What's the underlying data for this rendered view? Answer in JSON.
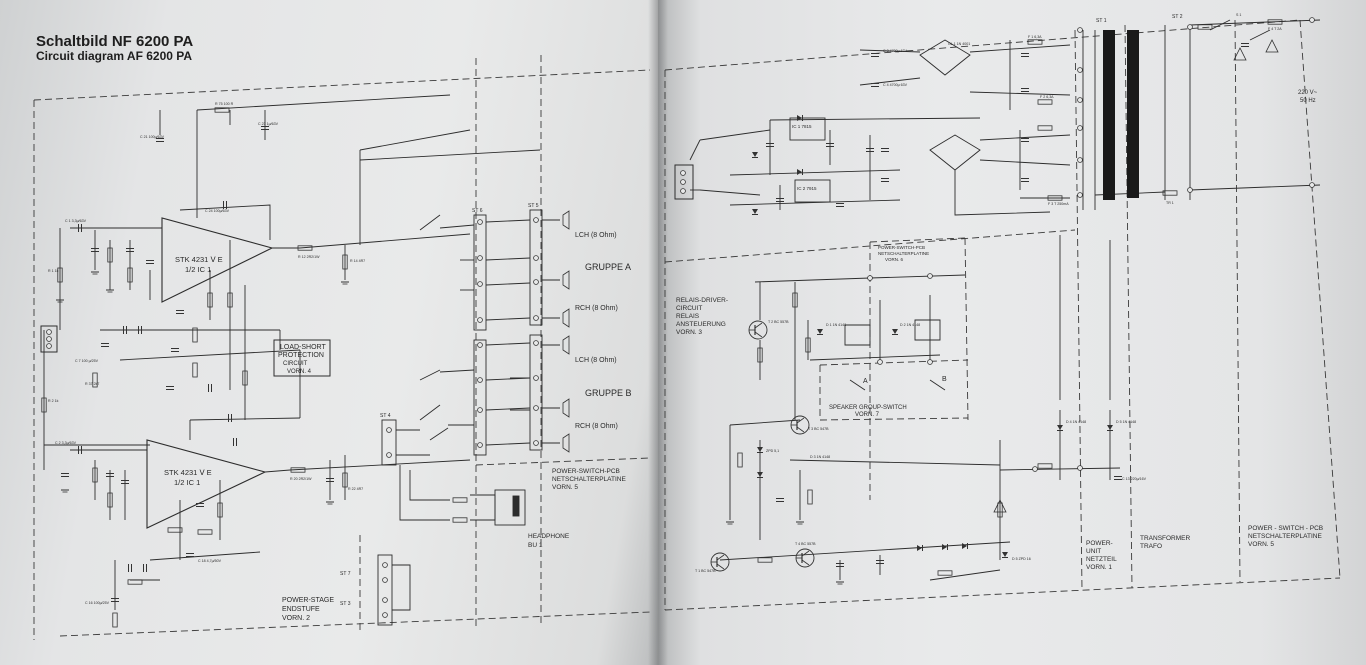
{
  "title_de": "Schaltbild NF 6200 PA",
  "title_en": "Circuit diagram AF 6200 PA",
  "ics": {
    "ic1_name": "STK 4231 Ⅴ E",
    "ic1_sub": "1/2 IC 1",
    "ic2_name": "STK 4231 Ⅴ E",
    "ic2_sub": "1/2 IC 1",
    "reg1": "IC 1 7815",
    "reg2": "IC 2 7915"
  },
  "blocks": {
    "protection_l1": "LOAD-SHORT",
    "protection_l2": "PROTECTION",
    "protection_l3": "CIRCUIT",
    "protection_l4": "VORN. 4",
    "power_stage_l1": "POWER-STAGE",
    "power_stage_l2": "ENDSTUFE",
    "power_stage_l3": "VORN. 2",
    "power_switch_pcb_l1": "POWER-SWITCH-PCB",
    "power_switch_pcb_l2": "NETSCHALTERPLATINE",
    "power_switch_pcb_l3": "VORN. 5",
    "headphone_l1": "HEADPHONE",
    "headphone_l2": "BU 1",
    "relais_l1": "RELAIS-DRIVER-",
    "relais_l2": "CIRCUIT",
    "relais_l3": "RELAIS",
    "relais_l4": "ANSTEUERUNG",
    "relais_l5": "VORN. 3",
    "ps_top_l1": "POWER-SWITCH-PCB",
    "ps_top_l2": "NETSCHALTERPLATINE",
    "ps_top_l3": "VORN. 6",
    "speaker_switch_l1": "SPEAKER GROUP-SWITCH",
    "speaker_switch_l2": "VORN. 7",
    "power_unit_l1": "POWER-",
    "power_unit_l2": "UNIT",
    "power_unit_l3": "NETZTEIL",
    "power_unit_l4": "VORN. 1",
    "transformer_l1": "TRANSFORMER",
    "transformer_l2": "TRAFO",
    "ps_right_l1": "POWER - SWITCH - PCB",
    "ps_right_l2": "NETSCHALTERPLATINE",
    "ps_right_l3": "VORN. 5"
  },
  "outputs": {
    "group_a": "GRUPPE  A",
    "group_b": "GRUPPE  B",
    "lch_a": "LCH (8 Ohm)",
    "rch_a": "RCH (8 Ohm)",
    "lch_b": "LCH (8 Ohm)",
    "rch_b": "RCH (8 Ohm)"
  },
  "switch_labels": {
    "a": "A",
    "b": "B",
    "st6": "ST 6",
    "st5": "ST 5",
    "st4": "ST 4",
    "st7": "ST 7",
    "st3": "ST 3",
    "st1": "ST 1",
    "st2": "ST 2"
  },
  "mains": {
    "voltage": "220 V~",
    "freq": "50 Hz"
  },
  "parts": {
    "c21": "C 21  100µ/63V",
    "r75": "R 75  100 R",
    "c23": "C 23  1µ/63V",
    "c24": "C 24  100µ/63V",
    "r12": "R 12  2R2/1W",
    "r14": "R 14  4R7",
    "r20": "R 20  2R2/1W",
    "r22": "R 22  4R7",
    "c1": "C 1  3,3µ/63V",
    "c2": "C 2  3,3µ/63V",
    "r1": "R 1  1k",
    "r2": "R 2  1k",
    "c7": "C 7  100 µ/25V",
    "r37": "R 37  2k7",
    "c16": "C 16  100µ/25V",
    "c18": "C 18  4,7µ/50V",
    "d1": "D 1  1N 4148",
    "d2": "D 2  1N 4148",
    "d3": "D 3  1N 4148",
    "t1": "T 1  BC 547B",
    "t2": "T 2  BC 557B",
    "t3": "T 3  BC 547B",
    "t4": "T 4  BC 557B",
    "zd1": "ZPD 5,1",
    "ds": "D 5  ZPD 16",
    "c13": "C 13  220µ/16V",
    "c3": "C 3  4700µ 63V",
    "c4": "C 4  4700µ 63V",
    "gl": "GL 1  1N 4001",
    "d4": "D 4  1N 4148",
    "d5": "D 5  1N 4148",
    "f1": "F 1  6,3A",
    "f2": "F 2  6,3A",
    "f3": "F 3  T 250mA",
    "f4": "F 4  T 2A",
    "s1": "S 1",
    "tr": "TR 1"
  }
}
